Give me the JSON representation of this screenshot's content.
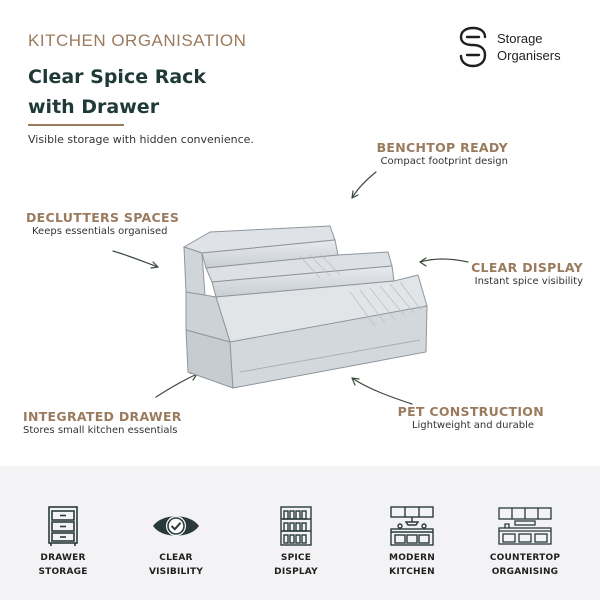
{
  "header": {
    "eyebrow": "KITCHEN ORGANISATION",
    "title_line1": "Clear Spice Rack",
    "title_line2": "with Drawer",
    "tagline": "Visible storage with hidden convenience."
  },
  "brand": {
    "line1": "Storage",
    "line2": "Organisers"
  },
  "callouts": [
    {
      "title": "BENCHTOP READY",
      "subtitle": "Compact footprint design"
    },
    {
      "title": "DECLUTTERS SPACES",
      "subtitle": "Keeps essentials organised"
    },
    {
      "title": "CLEAR DISPLAY",
      "subtitle": "Instant spice visibility"
    },
    {
      "title": "INTEGRATED DRAWER",
      "subtitle": "Stores small kitchen essentials"
    },
    {
      "title": "PET CONSTRUCTION",
      "subtitle": "Lightweight and durable"
    }
  ],
  "features": [
    {
      "line1": "DRAWER",
      "line2": "STORAGE",
      "icon": "drawer-icon"
    },
    {
      "line1": "CLEAR",
      "line2": "VISIBILITY",
      "icon": "eye-check-icon"
    },
    {
      "line1": "SPICE",
      "line2": "DISPLAY",
      "icon": "spice-shelf-icon"
    },
    {
      "line1": "MODERN",
      "line2": "KITCHEN",
      "icon": "kitchen-icon"
    },
    {
      "line1": "COUNTERTOP",
      "line2": "ORGANISING",
      "icon": "countertop-icon"
    }
  ],
  "colors": {
    "accent": "#9a7b5e",
    "title": "#1f3a36",
    "band": "#f3f3f5",
    "icon": "#2a3a3a"
  }
}
